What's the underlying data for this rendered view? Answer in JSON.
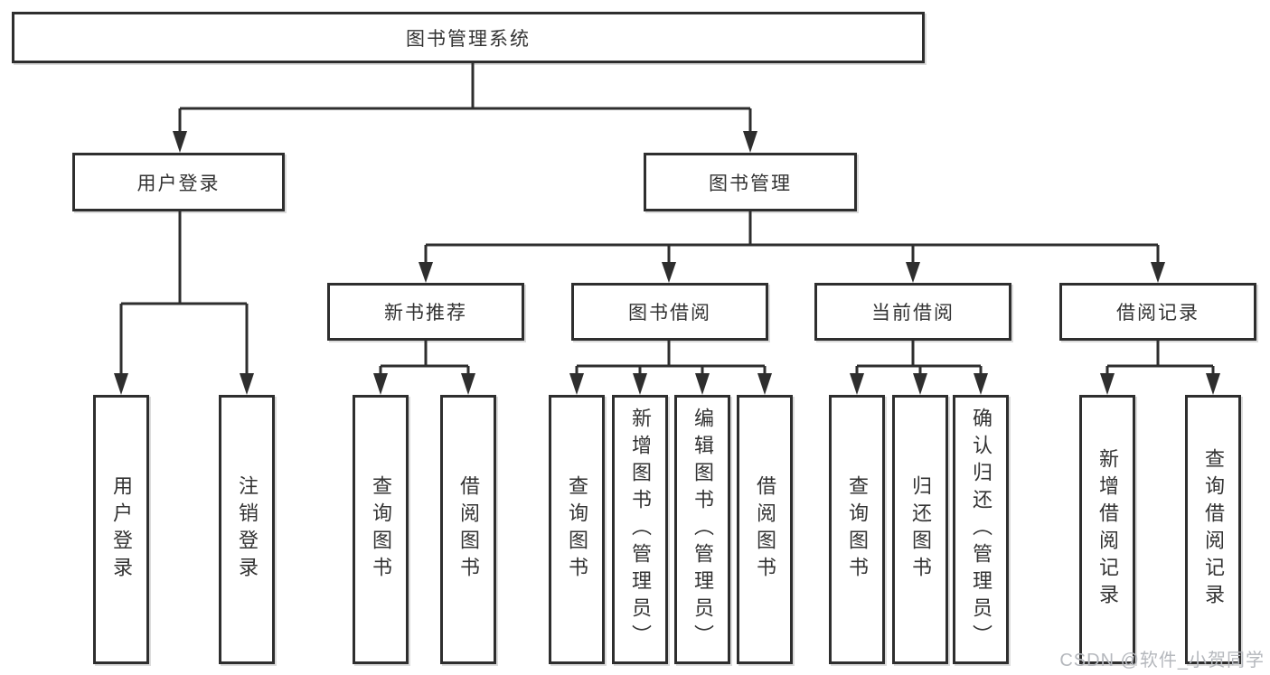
{
  "tree": {
    "root": {
      "label": "图书管理系统"
    },
    "level2": [
      {
        "id": "user-login",
        "label": "用户登录"
      },
      {
        "id": "book-management",
        "label": "图书管理"
      }
    ],
    "level3": [
      {
        "id": "new-book-recommend",
        "label": "新书推荐",
        "parent": "图书管理"
      },
      {
        "id": "book-borrow",
        "label": "图书借阅",
        "parent": "图书管理"
      },
      {
        "id": "current-borrow",
        "label": "当前借阅",
        "parent": "图书管理"
      },
      {
        "id": "borrow-records",
        "label": "借阅记录",
        "parent": "图书管理"
      }
    ],
    "leaves": [
      {
        "label": "用户登录",
        "parent": "用户登录"
      },
      {
        "label": "注销登录",
        "parent": "用户登录"
      },
      {
        "label": "查询图书",
        "parent": "新书推荐"
      },
      {
        "label": "借阅图书",
        "parent": "新书推荐"
      },
      {
        "label": "查询图书",
        "parent": "图书借阅"
      },
      {
        "label": "新增图书（管理员）",
        "parent": "图书借阅"
      },
      {
        "label": "编辑图书（管理员）",
        "parent": "图书借阅"
      },
      {
        "label": "借阅图书",
        "parent": "图书借阅"
      },
      {
        "label": "查询图书",
        "parent": "当前借阅"
      },
      {
        "label": "归还图书",
        "parent": "当前借阅"
      },
      {
        "label": "确认归还（管理员）",
        "parent": "当前借阅"
      },
      {
        "label": "新增借阅记录",
        "parent": "借阅记录"
      },
      {
        "label": "查询借阅记录",
        "parent": "借阅记录"
      }
    ]
  },
  "watermark": {
    "text": "CSDN @软件_小贺同学"
  },
  "colors": {
    "line": "#2e2e2e",
    "text": "#333333",
    "box_fill": "#ffffff",
    "background": "#ffffff",
    "watermark": "#b5b8bd"
  }
}
